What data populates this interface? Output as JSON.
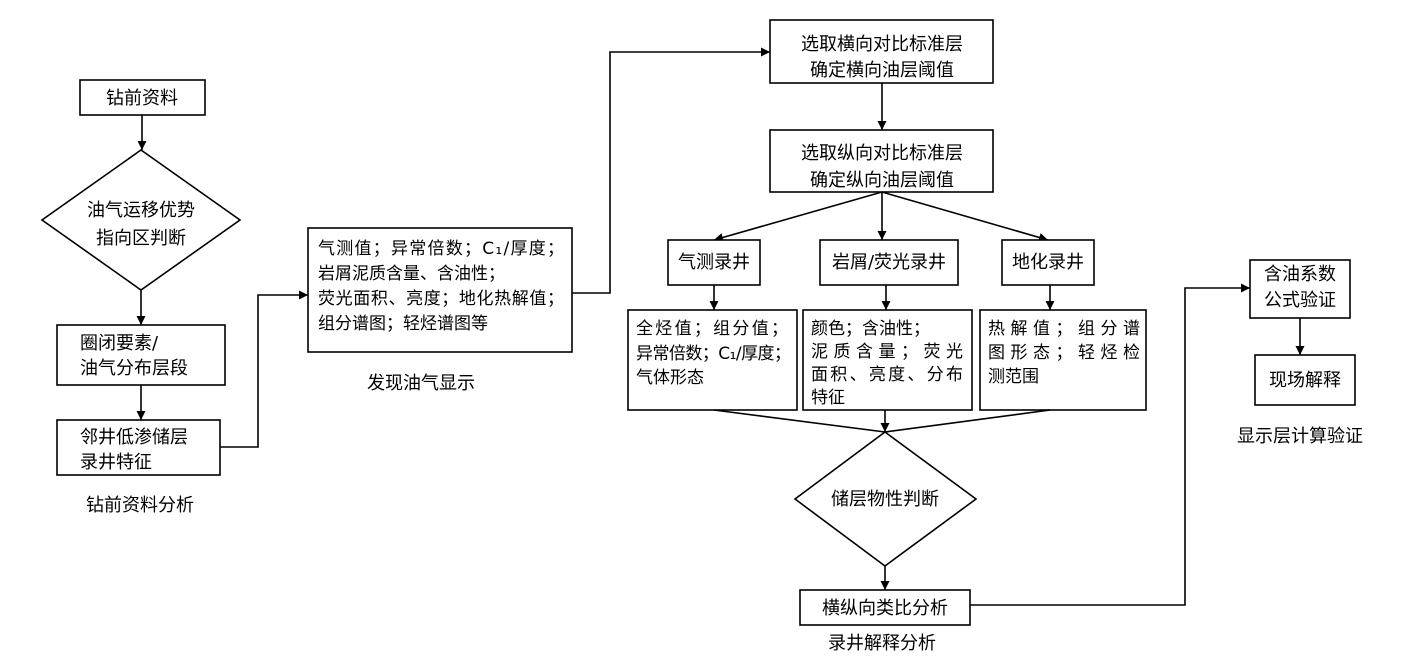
{
  "nodes": {
    "pre_drilling_data": "钻前资料",
    "migration_judgment": [
      "油气运移优势",
      "指向区判断"
    ],
    "trap_elements": [
      "圈闭要素/",
      "油气分布层段"
    ],
    "neighbor_well": [
      "邻井低渗储层",
      "录井特征"
    ],
    "show_params": [
      "气测值；异常倍数；C₁/厚度；",
      "岩屑泥质含量、含油性；",
      "荧光面积、亮度；地化热解值；",
      "组分谱图；轻烃谱图等"
    ],
    "lateral_standard": [
      "选取横向对比标准层",
      "确定横向油层阈值"
    ],
    "vertical_standard": [
      "选取纵向对比标准层",
      "确定纵向油层阈值"
    ],
    "gas_logging": "气测录井",
    "cuttings_logging": "岩屑/荧光录井",
    "geochem_logging": "地化录井",
    "gas_details": [
      "全烃值；组分值；",
      "异常倍数；C₁/厚度；",
      "气体形态"
    ],
    "cuttings_details": [
      "颜色；含油性；",
      "泥质含量；荧光",
      "面积、亮度、分布",
      "特征"
    ],
    "geochem_details": [
      "热解值；组分谱",
      "图形态；轻烃检",
      "测范围"
    ],
    "reservoir_judgment": "储层物性判断",
    "analogy_analysis": "横纵向类比分析",
    "oil_coefficient": [
      "含油系数",
      "公式验证"
    ],
    "field_interpretation": "现场解释"
  },
  "captions": {
    "pre_drilling_analysis": "钻前资料分析",
    "show_discovery": "发现油气显示",
    "logging_interpretation": "录井解释分析",
    "show_layer_verification": "显示层计算验证"
  }
}
